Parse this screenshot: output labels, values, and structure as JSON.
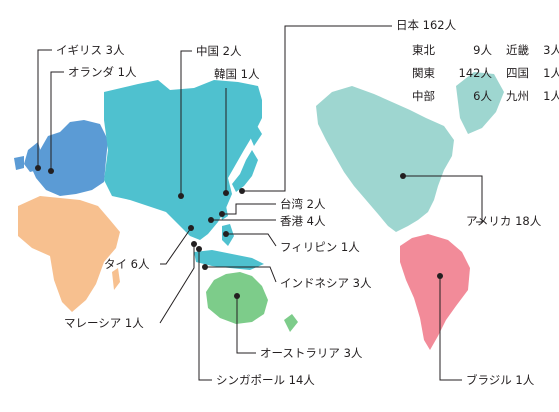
{
  "colors": {
    "europe": "#5b9bd5",
    "asia": "#4fc1cf",
    "africa": "#f7c08f",
    "oceania": "#7dcc8a",
    "north_america": "#9ed6d0",
    "south_america": "#f28b99",
    "leader": "#231f20"
  },
  "labels": {
    "japan": "日本 162人",
    "uk": "イギリス 3人",
    "netherlands": "オランダ 1人",
    "china": "中国 2人",
    "korea": "韓国 1人",
    "taiwan": "台湾 2人",
    "hongkong": "香港 4人",
    "philippines": "フィリピン 1人",
    "thailand": "タイ 6人",
    "indonesia": "インドネシア 3人",
    "malaysia": "マレーシア 1人",
    "australia": "オーストラリア 3人",
    "singapore": "シンガポール 14人",
    "usa": "アメリカ 18人",
    "brazil": "ブラジル 1人"
  },
  "japan_regions": [
    {
      "name": "東北",
      "count": "9人"
    },
    {
      "name": "近畿",
      "count": "3人"
    },
    {
      "name": "関東",
      "count": "142人"
    },
    {
      "name": "四国",
      "count": "1人"
    },
    {
      "name": "中部",
      "count": "6人"
    },
    {
      "name": "九州",
      "count": "1人"
    }
  ]
}
